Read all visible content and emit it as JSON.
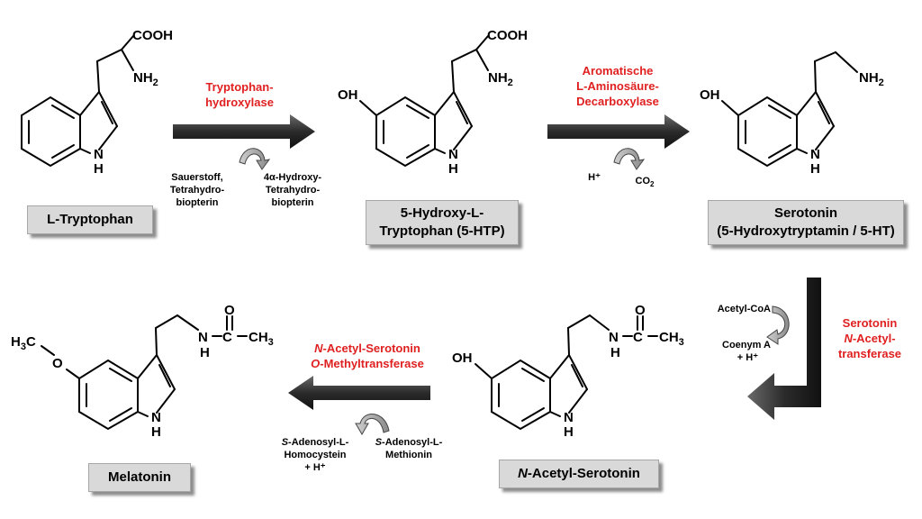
{
  "compounds": {
    "tryptophan": "L-Tryptophan",
    "htp_line1": "5-Hydroxy-L-",
    "htp_line2": "Tryptophan (5-HTP)",
    "serotonin_line1": "Serotonin",
    "serotonin_line2": "(5-Hydroxytryptamin / 5-HT)",
    "acetylserotonin_italic": "N",
    "acetylserotonin_rest": "-Acetyl-Serotonin",
    "melatonin": "Melatonin"
  },
  "enzymes": {
    "tph_line1": "Tryptophan-",
    "tph_line2": "hydroxylase",
    "aadc_line1": "Aromatische",
    "aadc_line2": "L-Aminosäure-",
    "aadc_line3": "Decarboxylase",
    "aanat_line1": "Serotonin",
    "aanat_line2_italic": "N",
    "aanat_line2_rest": "-Acetyl-",
    "aanat_line3": "transferase",
    "asmt_line1_italic": "N",
    "asmt_line1_rest": "-Acetyl-Serotonin",
    "asmt_line2_italic": "O",
    "asmt_line2_rest": "-Methyltransferase"
  },
  "cofactors": {
    "tph_in_1": "Sauerstoff,",
    "tph_in_2": "Tetrahydro-",
    "tph_in_3": "biopterin",
    "tph_out_1": "4α-Hydroxy-",
    "tph_out_2": "Tetrahydro-",
    "tph_out_3": "biopterin",
    "aadc_in": "H⁺",
    "aadc_out_main": "CO",
    "aadc_out_sub": "2",
    "aanat_in": "Acetyl-CoA",
    "aanat_out_1": "Coenym A",
    "aanat_out_2": "+ H⁺",
    "asmt_in_italic": "S",
    "asmt_in_1": "-Adenosyl-L-",
    "asmt_in_2": "Methionin",
    "asmt_out_italic": "S",
    "asmt_out_1": "-Adenosyl-L-",
    "asmt_out_2": "Homocystein",
    "asmt_out_3": "+ H⁺"
  },
  "atoms": {
    "cooh": "COOH",
    "nh": "NH",
    "sub2": "2",
    "h": "H",
    "oh": "OH",
    "o": "O",
    "n": "N",
    "c": "C",
    "ch": "CH",
    "sub3": "3",
    "h3c_h": "H",
    "h3c_sub": "3",
    "h3c_c": "C"
  },
  "colors": {
    "enzyme_text": "#e02020",
    "arrow_dark": "#2b2b2b",
    "label_bg": "#d9d9d9"
  }
}
